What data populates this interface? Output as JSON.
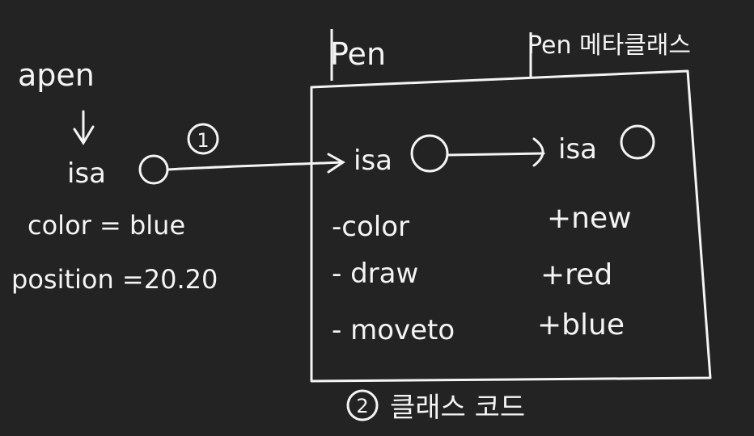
{
  "object_side": {
    "instance_name": "apen",
    "isa_label": "isa",
    "color_line": "color = blue",
    "position_line": "position =20.20"
  },
  "class_box": {
    "class_name": "Pen",
    "metaclass_name": "Pen 메타클래스",
    "instance_members": [
      {
        "label": "isa"
      },
      {
        "label": "-color"
      },
      {
        "label": "- draw"
      },
      {
        "label": "- moveto"
      }
    ],
    "meta_members": [
      {
        "label": "isa"
      },
      {
        "label": "+new"
      },
      {
        "label": "+red"
      },
      {
        "label": "+blue"
      }
    ]
  },
  "step_markers": {
    "step1": "1",
    "step2": "2",
    "step2_caption": "클래스 코드"
  },
  "colors": {
    "background": "#232323",
    "ink": "#f4f4f4"
  }
}
